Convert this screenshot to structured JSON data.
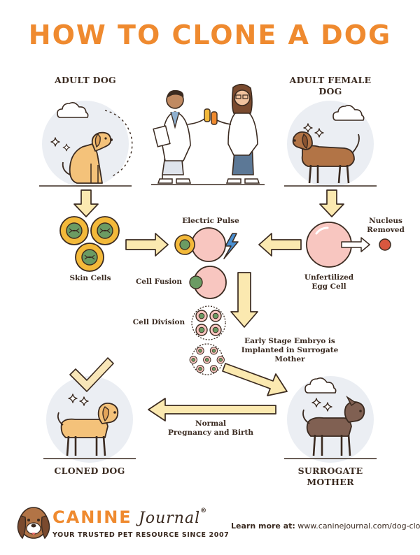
{
  "title": "HOW TO CLONE A DOG",
  "labels": {
    "adult_dog": "ADULT DOG",
    "adult_female_dog": "ADULT FEMALE DOG",
    "skin_cells": "Skin Cells",
    "electric_pulse": "Electric Pulse",
    "nucleus_removed_1": "Nucleus",
    "nucleus_removed_2": "Removed",
    "unfertilized_1": "Unfertilized",
    "unfertilized_2": "Egg Cell",
    "cell_fusion": "Cell Fusion",
    "cell_division": "Cell Division",
    "embryo_1": "Early Stage Embryo is",
    "embryo_2": "Implanted in Surrogate Mother",
    "pregnancy_1": "Normal",
    "pregnancy_2": "Pregnancy and Birth",
    "cloned_dog": "CLONED DOG",
    "surrogate_mother": "SURROGATE MOTHER"
  },
  "footer": {
    "brand_canine": "CANINE",
    "brand_journal": "Journal",
    "registered": "®",
    "tagline": "YOUR TRUSTED PET RESOURCE SINCE 2007",
    "learn_prefix": "Learn more at:",
    "learn_url": "www.caninejournal.com/dog-cloning/"
  },
  "colors": {
    "title_orange": "#ef8a2f",
    "ink": "#3a2a20",
    "arrow_fill": "#fbe9b0",
    "circle_bg": "#ebeef3",
    "cell_yellow": "#f3b93a",
    "egg_pink": "#f8c6c0",
    "nucleus_red": "#d9573f",
    "nucleus_green": "#6b9b63",
    "dog_tan": "#f4c27a",
    "dog_brown": "#b27446",
    "dog_dark_brown": "#806052",
    "check_cream": "#f8e6b8"
  }
}
